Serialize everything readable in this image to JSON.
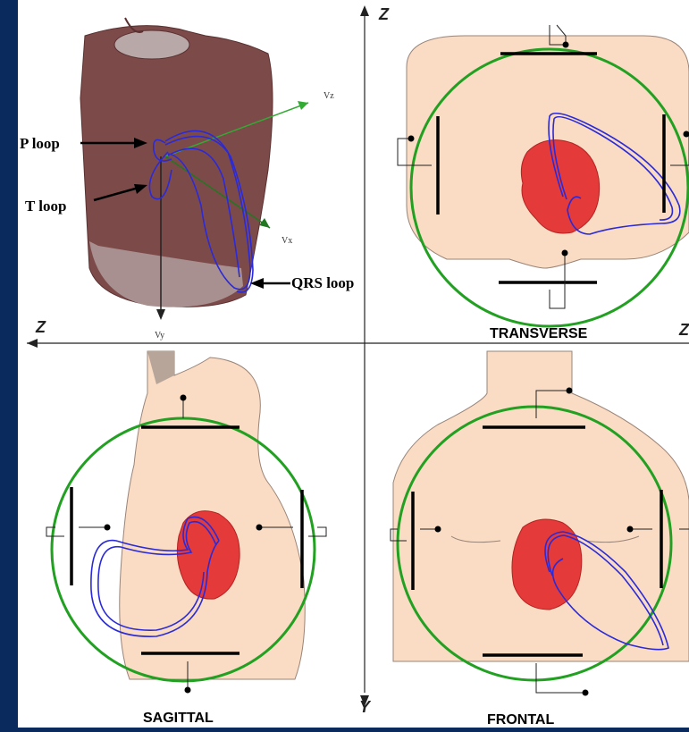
{
  "labels": {
    "p_loop": "P loop",
    "t_loop": "T loop",
    "qrs_loop": "QRS loop",
    "vz": "Vz",
    "vx": "Vx",
    "vy": "Vy",
    "axis_z_top": "Z",
    "axis_z_left": "Z",
    "axis_z_right": "Z",
    "axis_y_bottom": "Y",
    "transverse": "TRANSVERSE",
    "sagittal": "SAGITTAL",
    "frontal": "FRONTAL"
  },
  "colors": {
    "frame": "#0a2a5e",
    "panel": "#ffffff",
    "skin": "#f9dcc3",
    "skin_outline": "#9a8478",
    "torso": "#7d4a4a",
    "circle": "#22a022",
    "loop": "#2a2ad8",
    "heart": "#d42a2a"
  }
}
